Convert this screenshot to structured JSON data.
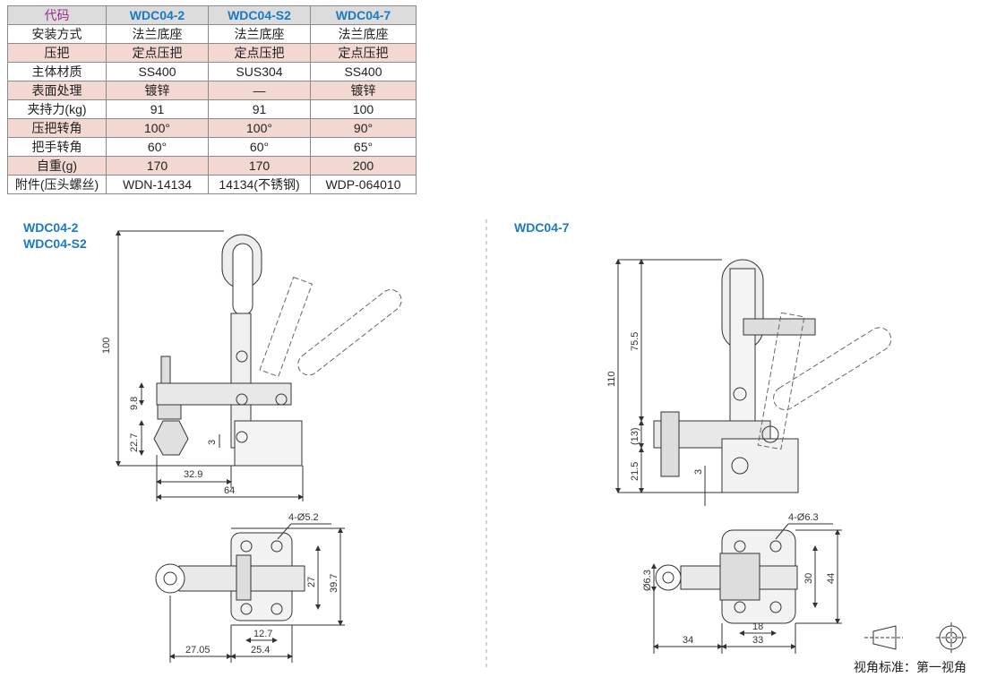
{
  "table": {
    "headers": [
      "代码",
      "WDC04-2",
      "WDC04-S2",
      "WDC04-7"
    ],
    "rows": [
      {
        "label": "安装方式",
        "values": [
          "法兰底座",
          "法兰底座",
          "法兰底座"
        ],
        "shaded": false
      },
      {
        "label": "压把",
        "values": [
          "定点压把",
          "定点压把",
          "定点压把"
        ],
        "shaded": true
      },
      {
        "label": "主体材质",
        "values": [
          "SS400",
          "SUS304",
          "SS400"
        ],
        "shaded": false
      },
      {
        "label": "表面处理",
        "values": [
          "镀锌",
          "—",
          "镀锌"
        ],
        "shaded": true
      },
      {
        "label": "夹持力(kg)",
        "values": [
          "91",
          "91",
          "100"
        ],
        "shaded": false
      },
      {
        "label": "压把转角",
        "values": [
          "100°",
          "100°",
          "90°"
        ],
        "shaded": true
      },
      {
        "label": "把手转角",
        "values": [
          "60°",
          "60°",
          "65°"
        ],
        "shaded": false
      },
      {
        "label": "自重(g)",
        "values": [
          "170",
          "170",
          "200"
        ],
        "shaded": true
      },
      {
        "label": "附件(压头螺丝)",
        "values": [
          "WDN-14134",
          "14134(不锈钢)",
          "WDP-064010"
        ],
        "shaded": false
      }
    ]
  },
  "left_drawing": {
    "models": [
      "WDC04-2",
      "WDC04-S2"
    ],
    "dims": {
      "height": "100",
      "d1": "9.8",
      "d2": "22.7",
      "d3": "3",
      "w1": "32.9",
      "w2": "64",
      "holes": "4-Ø5.2",
      "h1": "27",
      "h2": "39.7",
      "b1": "12.7",
      "b2": "25.4",
      "b3": "27.05"
    }
  },
  "right_drawing": {
    "model": "WDC04-7",
    "dims": {
      "height": "110",
      "h1": "75.5",
      "h2": "(13)",
      "h3": "21.5",
      "d3": "3",
      "holes": "4-Ø6.3",
      "dia": "Ø6.3",
      "v1": "30",
      "v2": "44",
      "b1": "18",
      "b2": "33",
      "b3": "34"
    }
  },
  "projection_label": "视角标准：第一视角"
}
